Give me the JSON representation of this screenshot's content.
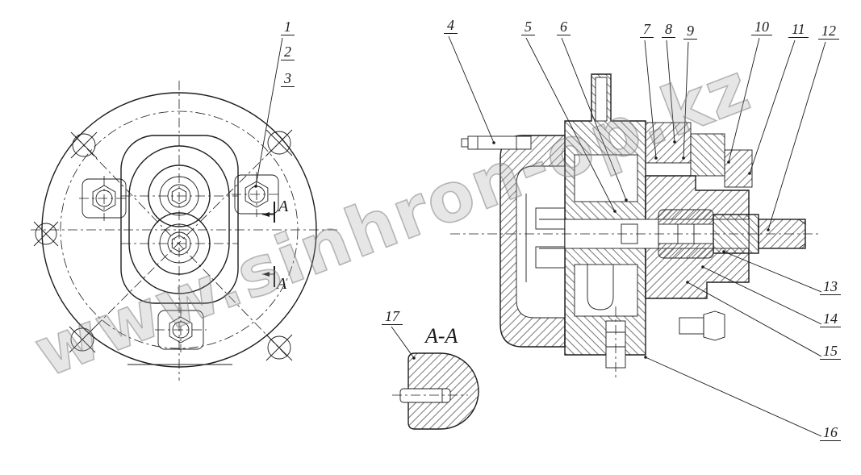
{
  "drawing": {
    "watermark": "www.sinhron-op.kz",
    "detail_section_label": "A-A",
    "cut_plane_letters": {
      "top": "A",
      "bottom": "A"
    },
    "callouts": [
      {
        "num": "1"
      },
      {
        "num": "2"
      },
      {
        "num": "3"
      },
      {
        "num": "4"
      },
      {
        "num": "5"
      },
      {
        "num": "6"
      },
      {
        "num": "7"
      },
      {
        "num": "8"
      },
      {
        "num": "9"
      },
      {
        "num": "10"
      },
      {
        "num": "11"
      },
      {
        "num": "12"
      },
      {
        "num": "13"
      },
      {
        "num": "14"
      },
      {
        "num": "15"
      },
      {
        "num": "16"
      },
      {
        "num": "17"
      }
    ]
  }
}
